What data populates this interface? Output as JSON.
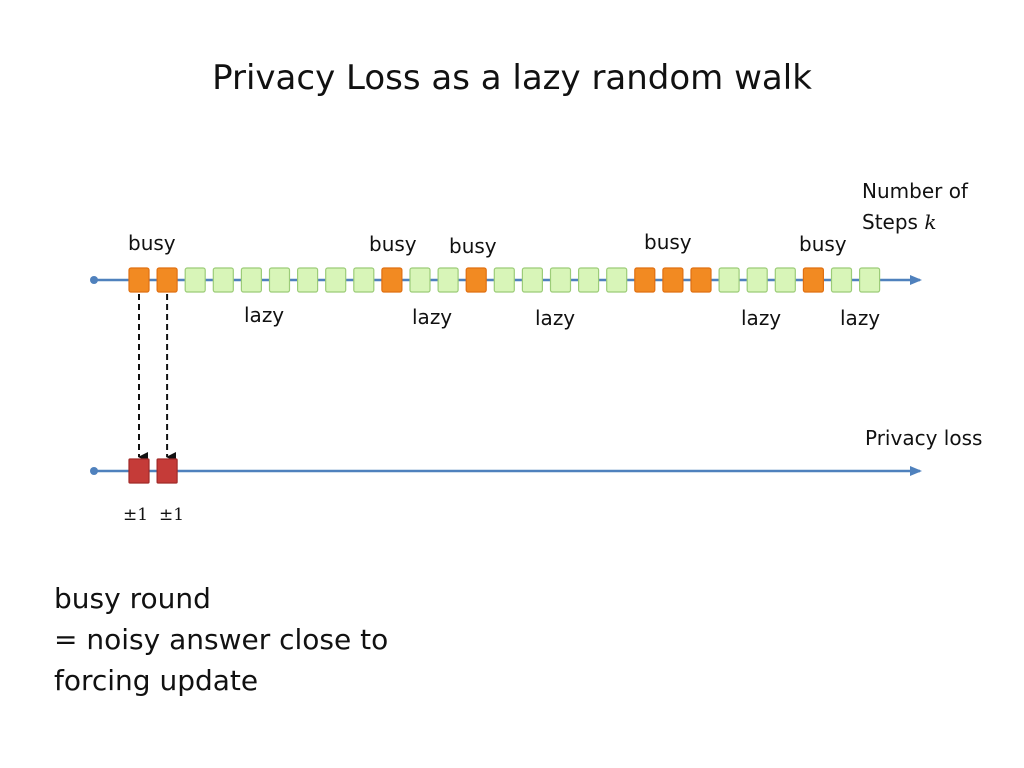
{
  "title": "Privacy Loss as a lazy random walk",
  "top_axis": {
    "label_line1": "Number of",
    "label_line2_prefix": "Steps ",
    "label_variable": "k"
  },
  "bottom_axis": {
    "label": "Privacy loss"
  },
  "steps": [
    "busy",
    "busy",
    "lazy",
    "lazy",
    "lazy",
    "lazy",
    "lazy",
    "lazy",
    "lazy",
    "busy",
    "lazy",
    "lazy",
    "busy",
    "lazy",
    "lazy",
    "lazy",
    "lazy",
    "lazy",
    "busy",
    "busy",
    "busy",
    "lazy",
    "lazy",
    "lazy",
    "busy",
    "lazy",
    "lazy"
  ],
  "busy_labels": [
    "busy",
    "busy",
    "busy",
    "busy",
    "busy"
  ],
  "lazy_labels": [
    "lazy",
    "lazy",
    "lazy",
    "lazy",
    "lazy"
  ],
  "privacy_loss_steps": [
    "±1",
    "±1"
  ],
  "note": {
    "line1": "busy round",
    "line2": "= noisy answer close to",
    "line3": "forcing update"
  },
  "colors": {
    "busy_fill": "#F28A22",
    "busy_stroke": "#E07012",
    "lazy_fill": "#D8F5B8",
    "lazy_stroke": "#9CCC78",
    "loss_fill": "#C53B38",
    "loss_stroke": "#A02A28",
    "axis": "#4F81BD",
    "dash": "#111111"
  }
}
